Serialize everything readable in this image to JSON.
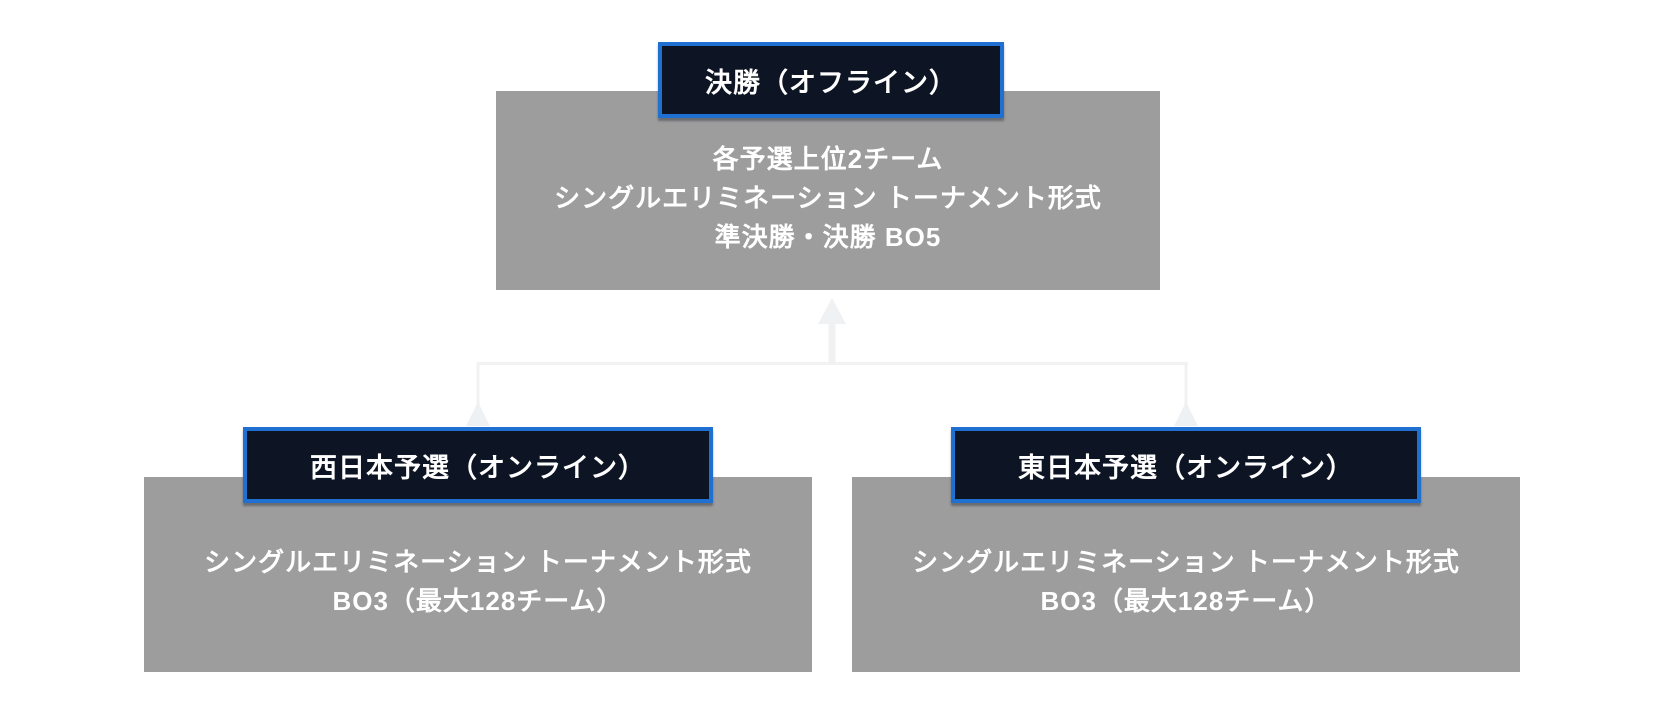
{
  "diagram": {
    "final": {
      "title": "決勝（オフライン）",
      "lines": [
        "各予選上位2チーム",
        "シングルエリミネーション トーナメント形式",
        "準決勝・決勝 BO5"
      ]
    },
    "west": {
      "title": "西日本予選（オンライン）",
      "lines": [
        "シングルエリミネーション トーナメント形式",
        "BO3（最大128チーム）"
      ]
    },
    "east": {
      "title": "東日本予選（オンライン）",
      "lines": [
        "シングルエリミネーション トーナメント形式",
        "BO3（最大128チーム）"
      ]
    },
    "colors": {
      "background": "#ffffff",
      "box_fill": "#9d9d9d",
      "badge_fill": "#0d1423",
      "badge_border": "#1f70d1",
      "text": "#ffffff",
      "connector_line": "#f2f2f2",
      "connector_arrow": "#eef1f3"
    }
  }
}
